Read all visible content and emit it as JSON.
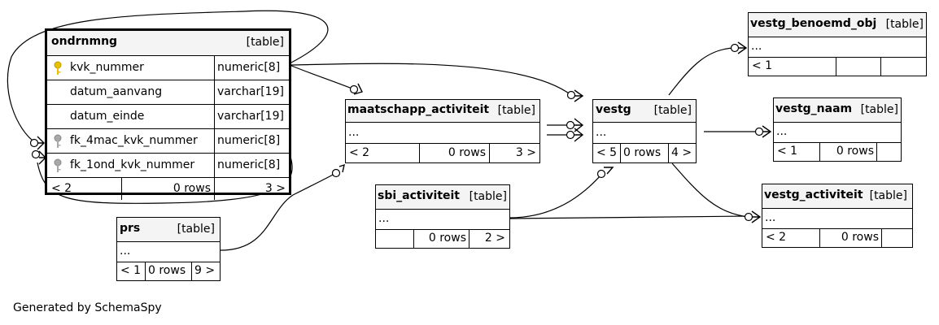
{
  "footer": "Generated by SchemaSpy",
  "tables": {
    "ondrnmng": {
      "name": "ondrnmng",
      "type": "[table]",
      "columns": [
        {
          "name": "kvk_nummer",
          "type": "numeric[8]",
          "key": "primary"
        },
        {
          "name": "datum_aanvang",
          "type": "varchar[19]",
          "key": "none"
        },
        {
          "name": "datum_einde",
          "type": "varchar[19]",
          "key": "none"
        },
        {
          "name": "fk_4mac_kvk_nummer",
          "type": "numeric[8]",
          "key": "foreign"
        },
        {
          "name": "fk_1ond_kvk_nummer",
          "type": "numeric[8]",
          "key": "foreign"
        }
      ],
      "parents": "< 2",
      "rows": "0 rows",
      "children": "3 >"
    },
    "maatschapp_activiteit": {
      "name": "maatschapp_activiteit",
      "type": "[table]",
      "ellipsis": "...",
      "parents": "< 2",
      "rows": "0 rows",
      "children": "3 >"
    },
    "vestg": {
      "name": "vestg",
      "type": "[table]",
      "ellipsis": "...",
      "parents": "< 5",
      "rows": "0 rows",
      "children": "4 >"
    },
    "vestg_benoemd_obj": {
      "name": "vestg_benoemd_obj",
      "type": "[table]",
      "ellipsis": "...",
      "parents": "< 1",
      "rows": "",
      "children": ""
    },
    "vestg_naam": {
      "name": "vestg_naam",
      "type": "[table]",
      "ellipsis": "...",
      "parents": "< 1",
      "rows": "0 rows",
      "children": ""
    },
    "sbi_activiteit": {
      "name": "sbi_activiteit",
      "type": "[table]",
      "ellipsis": "...",
      "parents": "",
      "rows": "0 rows",
      "children": "2 >"
    },
    "vestg_activiteit": {
      "name": "vestg_activiteit",
      "type": "[table]",
      "ellipsis": "...",
      "parents": "< 2",
      "rows": "0 rows",
      "children": ""
    },
    "prs": {
      "name": "prs",
      "type": "[table]",
      "ellipsis": "...",
      "parents": "< 1",
      "rows": "0 rows",
      "children": "9 >"
    }
  },
  "colors": {
    "header_bg": "#f4f4f4",
    "primary_key": "#e8c000",
    "foreign_key": "#a8a8a8",
    "line": "#000000"
  }
}
